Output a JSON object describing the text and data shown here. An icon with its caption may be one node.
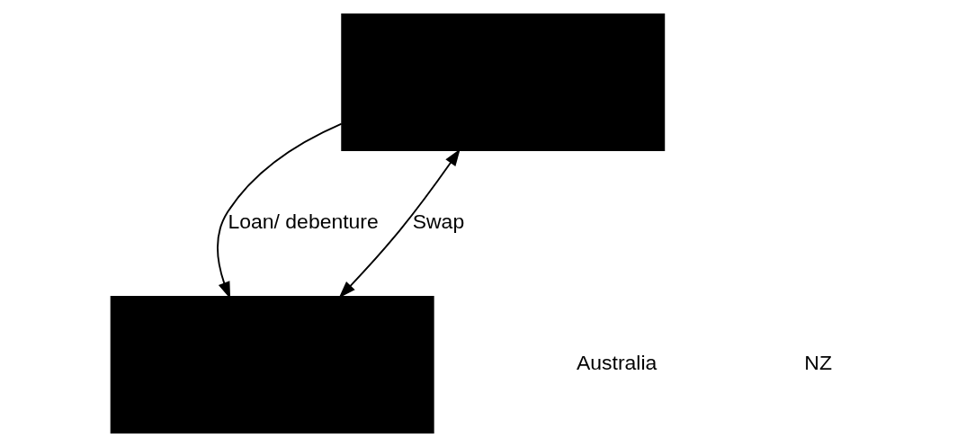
{
  "diagram": {
    "nodes": [
      {
        "text": [],
        "shape": "box"
      },
      {
        "text": [],
        "shape": "box"
      }
    ],
    "edges": [
      {
        "from": 0,
        "to": 1,
        "arrow": "to",
        "label": "Loan/ debenture"
      },
      {
        "from": 0,
        "to": 1,
        "arrow": "both",
        "label": "Swap"
      }
    ],
    "labels": [
      "Australia",
      "NZ"
    ]
  }
}
